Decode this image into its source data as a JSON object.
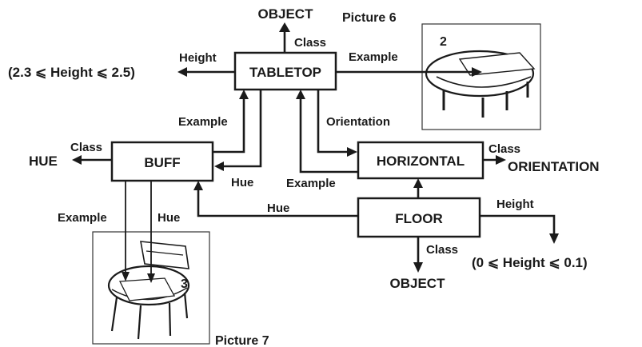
{
  "nodes": {
    "tabletop": "TABLETOP",
    "buff": "BUFF",
    "horizontal": "HORIZONTAL",
    "floor": "FLOOR"
  },
  "terminals": {
    "object_top": "OBJECT",
    "hue": "HUE",
    "orientation": "ORIENTATION",
    "object_bottom": "OBJECT",
    "tabletop_height_range": "(2.3 ⩽ Height ⩽ 2.5)",
    "floor_height_range": "(0 ⩽ Height ⩽ 0.1)"
  },
  "edges": {
    "tabletop_class": "Class",
    "tabletop_height": "Height",
    "tabletop_example": "Example",
    "buff_example_up": "Example",
    "horizontal_orientation": "Orientation",
    "buff_class": "Class",
    "horizontal_class": "Class",
    "hue_to_buff": "Hue",
    "example_to_tabletop": "Example",
    "chair_example": "Example",
    "chair_hue": "Hue",
    "floor_hue": "Hue",
    "floor_height": "Height",
    "floor_class": "Class"
  },
  "pictures": {
    "table_caption": "Picture 6",
    "table_number": "2",
    "chair_caption": "Picture 7",
    "chair_number": "3"
  }
}
